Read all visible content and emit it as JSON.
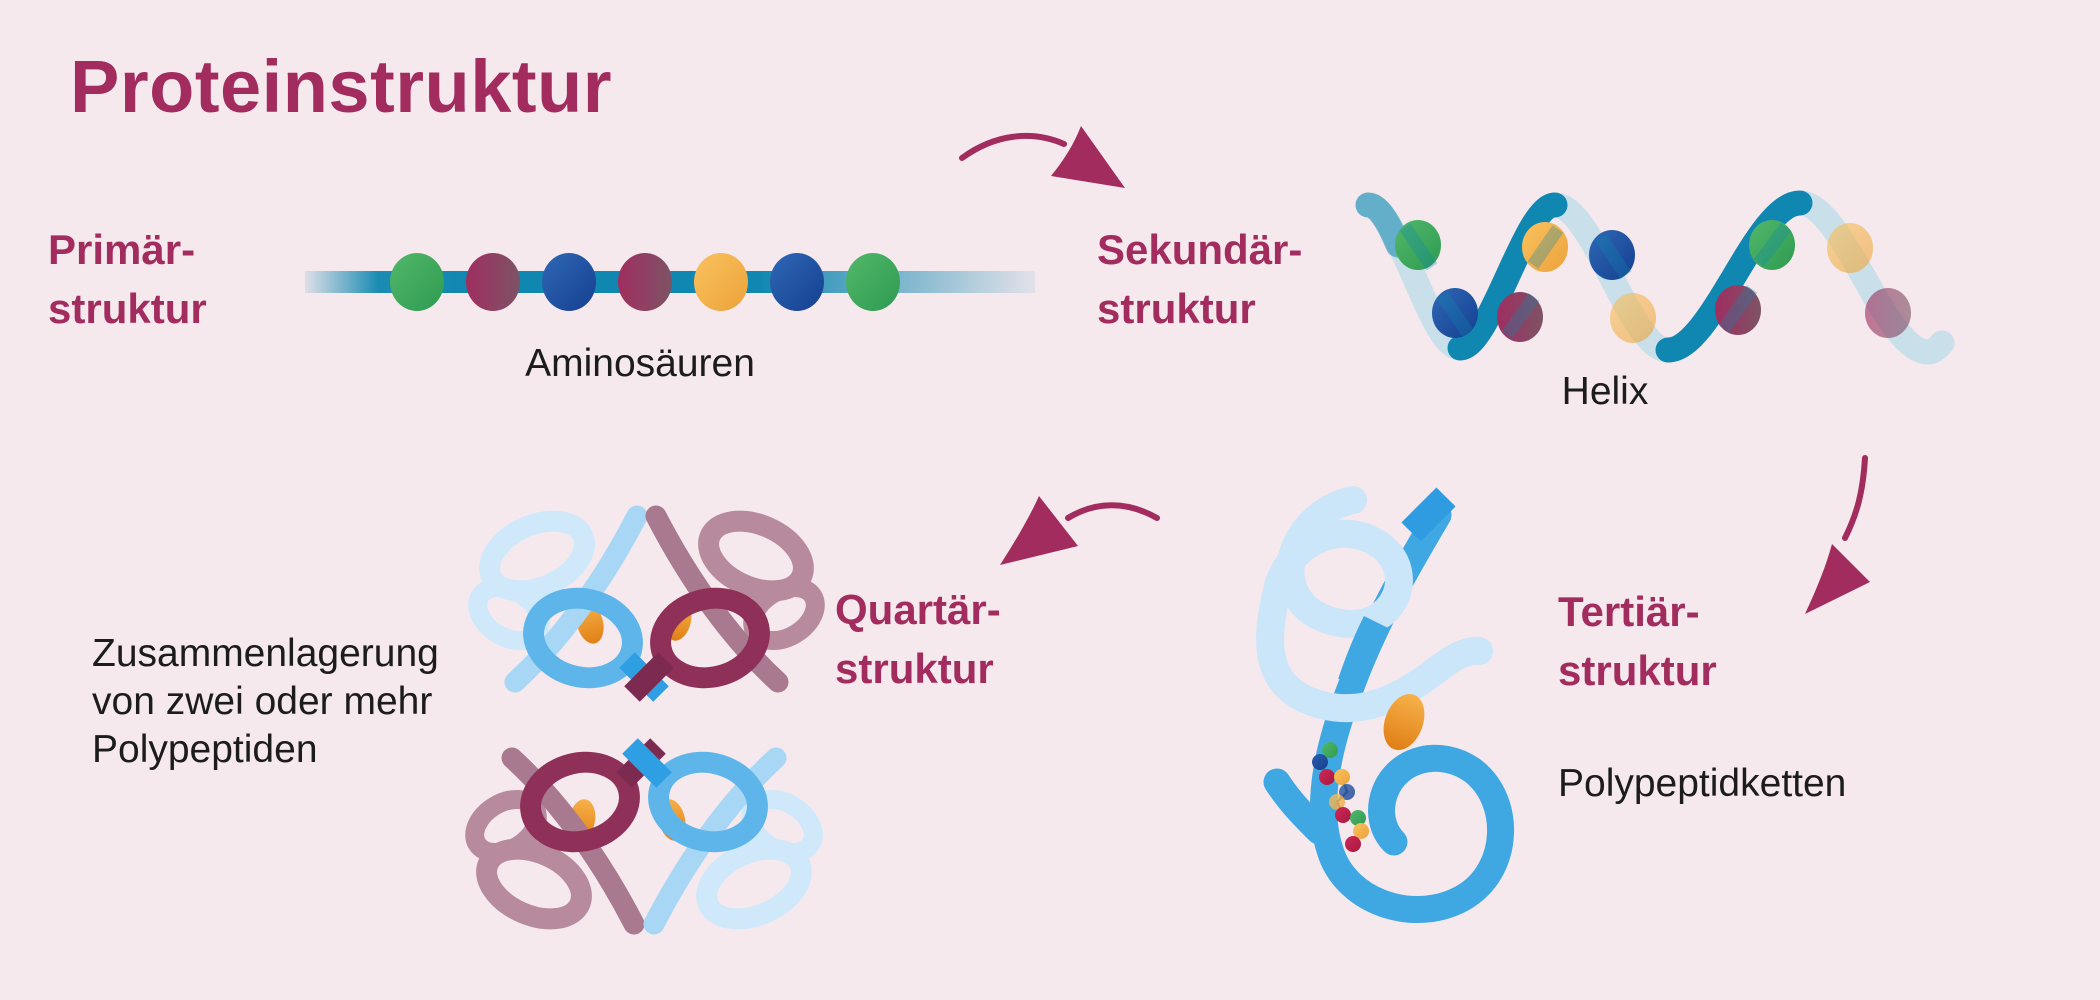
{
  "title": "Proteinstruktur",
  "stages": {
    "primary": {
      "label_line1": "Primär-",
      "label_line2": "struktur",
      "caption": "Aminosäuren",
      "beads": [
        "green",
        "wine",
        "blue",
        "wine",
        "orange",
        "blue",
        "green"
      ]
    },
    "secondary": {
      "label_line1": "Sekundär-",
      "label_line2": "struktur",
      "caption": "Helix",
      "beads": [
        "green",
        "blue",
        "wine",
        "orange",
        "blue",
        "orange",
        "wine",
        "green",
        "orange",
        "wine"
      ]
    },
    "tertiary": {
      "label_line1": "Tertiär-",
      "label_line2": "struktur",
      "caption": "Polypeptidketten",
      "dots": [
        "green",
        "navy",
        "red",
        "orange",
        "navy",
        "orange",
        "red",
        "green",
        "orange",
        "red"
      ]
    },
    "quaternary": {
      "label_line1": "Quartär-",
      "label_line2": "struktur",
      "caption_line1": "Zusammenlagerung",
      "caption_line2": "von zwei oder mehr",
      "caption_line3": "Polypeptiden"
    }
  },
  "palette": {
    "bg": "#f5e9ee",
    "magenta": "#a22c5e",
    "ink": "#1c1c1c",
    "teal": "#0f87b0",
    "ribbon_light": "#c9dfe9",
    "green_l": "#52b76a",
    "green_d": "#2e9b51",
    "wine_l": "#a02e60",
    "wine_d": "#7d5365",
    "blue_l": "#2e68b6",
    "blue_d": "#163f90",
    "navy_l": "#2a5cae",
    "navy_d": "#16408f",
    "red_l": "#d02858",
    "red_d": "#a81840",
    "orange_l": "#f9c25e",
    "orange_d": "#eda23a",
    "blob_l": "#f7b14a",
    "blob_d": "#e07f15",
    "t_light": "#cbe5f9",
    "t_mid": "#3fa8e3",
    "t_dark": "#2f9be0",
    "q_blue_light": "#cfe9fb",
    "q_blue_mid": "#a8d7f6",
    "q_blue_band": "#5eb5ea",
    "q_blue_dark": "#2e9fe2",
    "q_wine_light": "#b78a9d",
    "q_wine_mid": "#a8798f",
    "q_wine_band": "#8e3058",
    "q_wine_dark": "#7c2a50",
    "dot_green": "#3ca05a",
    "dot_navy": "#1c4f9e",
    "dot_red": "#c02050",
    "dot_orange": "#f0a03c"
  }
}
